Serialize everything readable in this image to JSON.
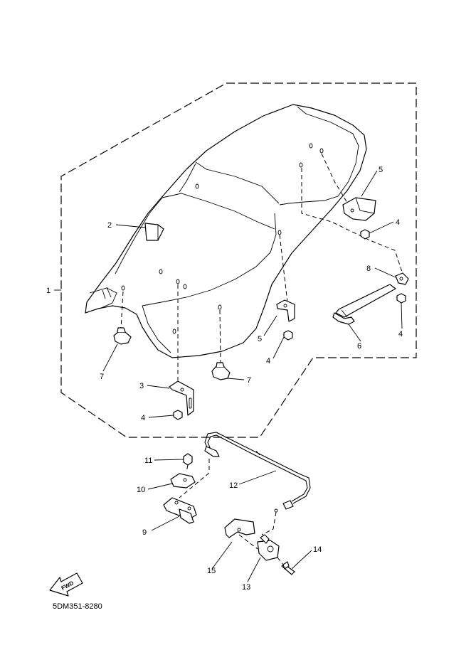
{
  "callouts": [
    "1",
    "2",
    "3",
    "4",
    "4",
    "4",
    "4",
    "5",
    "5",
    "6",
    "7",
    "7",
    "8",
    "9",
    "10",
    "11",
    "12",
    "13",
    "14",
    "15"
  ],
  "direction_label": "FWD",
  "diagram_code": "5DM351-8280"
}
